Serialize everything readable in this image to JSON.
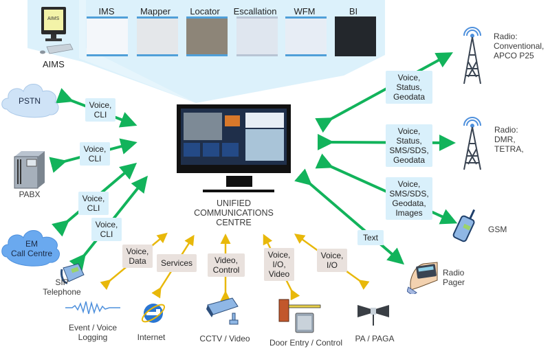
{
  "diagram": {
    "center": {
      "label": "UNIFIED\nCOMMUNICATIONS\nCENTRE"
    },
    "apps_panel": {
      "aims_label": "AIMS",
      "aims_screen_text": "AIMS",
      "apps": [
        {
          "name": "IMS"
        },
        {
          "name": "Mapper"
        },
        {
          "name": "Locator"
        },
        {
          "name": "Escallation"
        },
        {
          "name": "WFM"
        },
        {
          "name": "BI"
        }
      ]
    },
    "left_nodes": {
      "pstn": {
        "label": "PSTN",
        "link": "Voice,\nCLI"
      },
      "pabx": {
        "label": "PABX",
        "link": "Voice,\nCLI"
      },
      "em_call_centre": {
        "label": "EM\nCall Centre",
        "link": "Voice,\nCLI"
      },
      "sip_telephone": {
        "label": "SIP\nTelephone",
        "link": "Voice,\nCLI"
      }
    },
    "right_nodes": {
      "radio_conventional": {
        "label": "Radio:\nConventional,\nAPCO P25",
        "link": "Voice,\nStatus,\nGeodata"
      },
      "radio_dmr": {
        "label": "Radio:\nDMR,\nTETRA,",
        "link": "Voice,\nStatus,\nSMS/SDS,\nGeodata"
      },
      "gsm": {
        "label": "GSM",
        "link": "Voice,\nSMS/SDS,\nGeodata,\nImages"
      },
      "radio_pager": {
        "label": "Radio\nPager",
        "link": "Text"
      }
    },
    "bottom_nodes": {
      "event_voice_logging": {
        "label": "Event / Voice\nLogging",
        "link": "Voice,\nData"
      },
      "internet": {
        "label": "Internet",
        "link": "Services"
      },
      "cctv": {
        "label": "CCTV / Video",
        "link": "Video,\nControl"
      },
      "door_entry": {
        "label": "Door Entry / Control",
        "link": "Voice,\nI/O,\nVideo"
      },
      "pa_paga": {
        "label": "PA / PAGA",
        "link": "Voice,\nI/O"
      }
    },
    "colors": {
      "green_arrow": "#12b35b",
      "yellow_arrow": "#e8b80a",
      "panel_blue": "#dcf1fb",
      "label_blue": "#d9f0fb",
      "label_beige": "#e9e1dd",
      "cloud_blue": "#6aa9ef",
      "cloud_light": "#cfe3f7"
    }
  }
}
